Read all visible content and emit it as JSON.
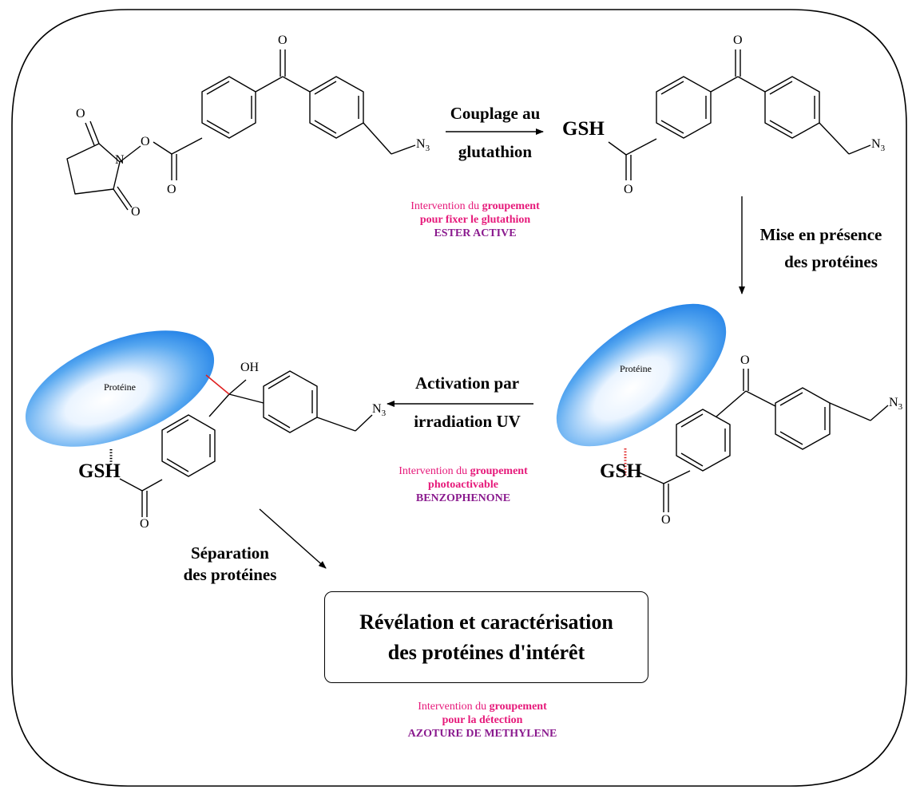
{
  "labels": {
    "step1_line1": "Couplage au",
    "step1_line2": "glutathion",
    "step2_line1": "Mise en présence",
    "step2_line2": "des protéines",
    "step3_line1": "Activation par",
    "step3_line2": "irradiation UV",
    "step4_line1": "Séparation",
    "step4_line2": "des protéines"
  },
  "notes": {
    "ester": {
      "prefix": "Intervention du ",
      "bold": "groupement",
      "line2": "pour fixer le glutathion",
      "group": "ESTER ACTIVE"
    },
    "benzophenone": {
      "prefix": "Intervention du ",
      "bold": "groupement",
      "line2": "photoactivable",
      "group": "BENZOPHENONE"
    },
    "azide": {
      "prefix": "Intervention du ",
      "bold": "groupement",
      "line2": "pour la détection",
      "group": "AZOTURE DE METHYLENE"
    }
  },
  "result": {
    "line1": "Révélation et caractérisation",
    "line2": "des protéines d'intérêt"
  },
  "molecule": {
    "gsh": "GSH",
    "protein": "Protéine",
    "oh": "OH",
    "o": "O",
    "n": "N",
    "n3_base": "N",
    "n3_sub": "3"
  },
  "colors": {
    "note_pink": "#e6197a",
    "note_purple": "#8a1a8e",
    "protein_blue": "#1e7ee6",
    "crosslink_red": "#e02020"
  }
}
